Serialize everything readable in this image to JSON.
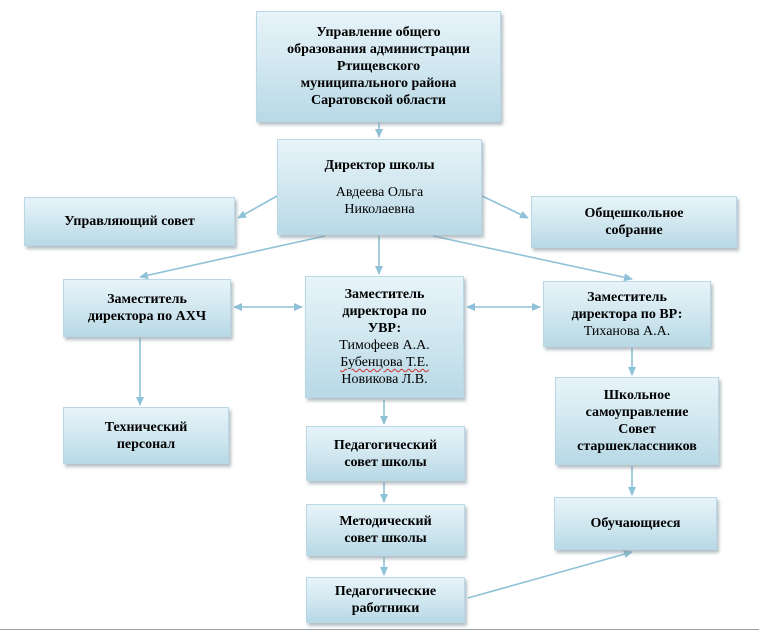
{
  "diagram": {
    "nodes": {
      "top": {
        "lines": [
          "Управление общего",
          "образования администрации",
          "Ртищевского",
          "муниципального района",
          "Саратовской области"
        ]
      },
      "director": {
        "title": "Директор школы",
        "name_lines": [
          "Авдеева Ольга",
          "Николаевна"
        ]
      },
      "council": {
        "lines": [
          "Управляющий совет"
        ]
      },
      "meeting": {
        "lines": [
          "Общешкольное",
          "собрание"
        ]
      },
      "deputy_ahch": {
        "lines": [
          "Заместитель",
          "директора по АХЧ"
        ]
      },
      "deputy_uvr": {
        "title_lines": [
          "Заместитель",
          "директора по",
          "УВР:"
        ],
        "people": [
          "Тимофеев А.А.",
          "Бубенцова Т.Е.",
          "Новикова Л.В."
        ]
      },
      "deputy_vr": {
        "title_lines": [
          "Заместитель",
          "директора по ВР:"
        ],
        "people": [
          "Тиханова А.А."
        ]
      },
      "tech_staff": {
        "lines": [
          "Технический",
          "персонал"
        ]
      },
      "ped_council": {
        "lines": [
          "Педагогический",
          "совет школы"
        ]
      },
      "method_council": {
        "lines": [
          "Методический",
          "совет школы"
        ]
      },
      "ped_workers": {
        "lines": [
          "Педагогические",
          "работники"
        ]
      },
      "self_gov": {
        "lines": [
          "Школьное",
          "самоуправление",
          "Совет",
          "старшеклассников"
        ]
      },
      "students": {
        "lines": [
          "Обучающиеся"
        ]
      }
    },
    "colors": {
      "box_border": "#b9d7e4",
      "box_fill_top": "#e7f4f9",
      "box_fill_bottom": "#b8d9e6",
      "arrow": "#8fc2d8"
    }
  }
}
